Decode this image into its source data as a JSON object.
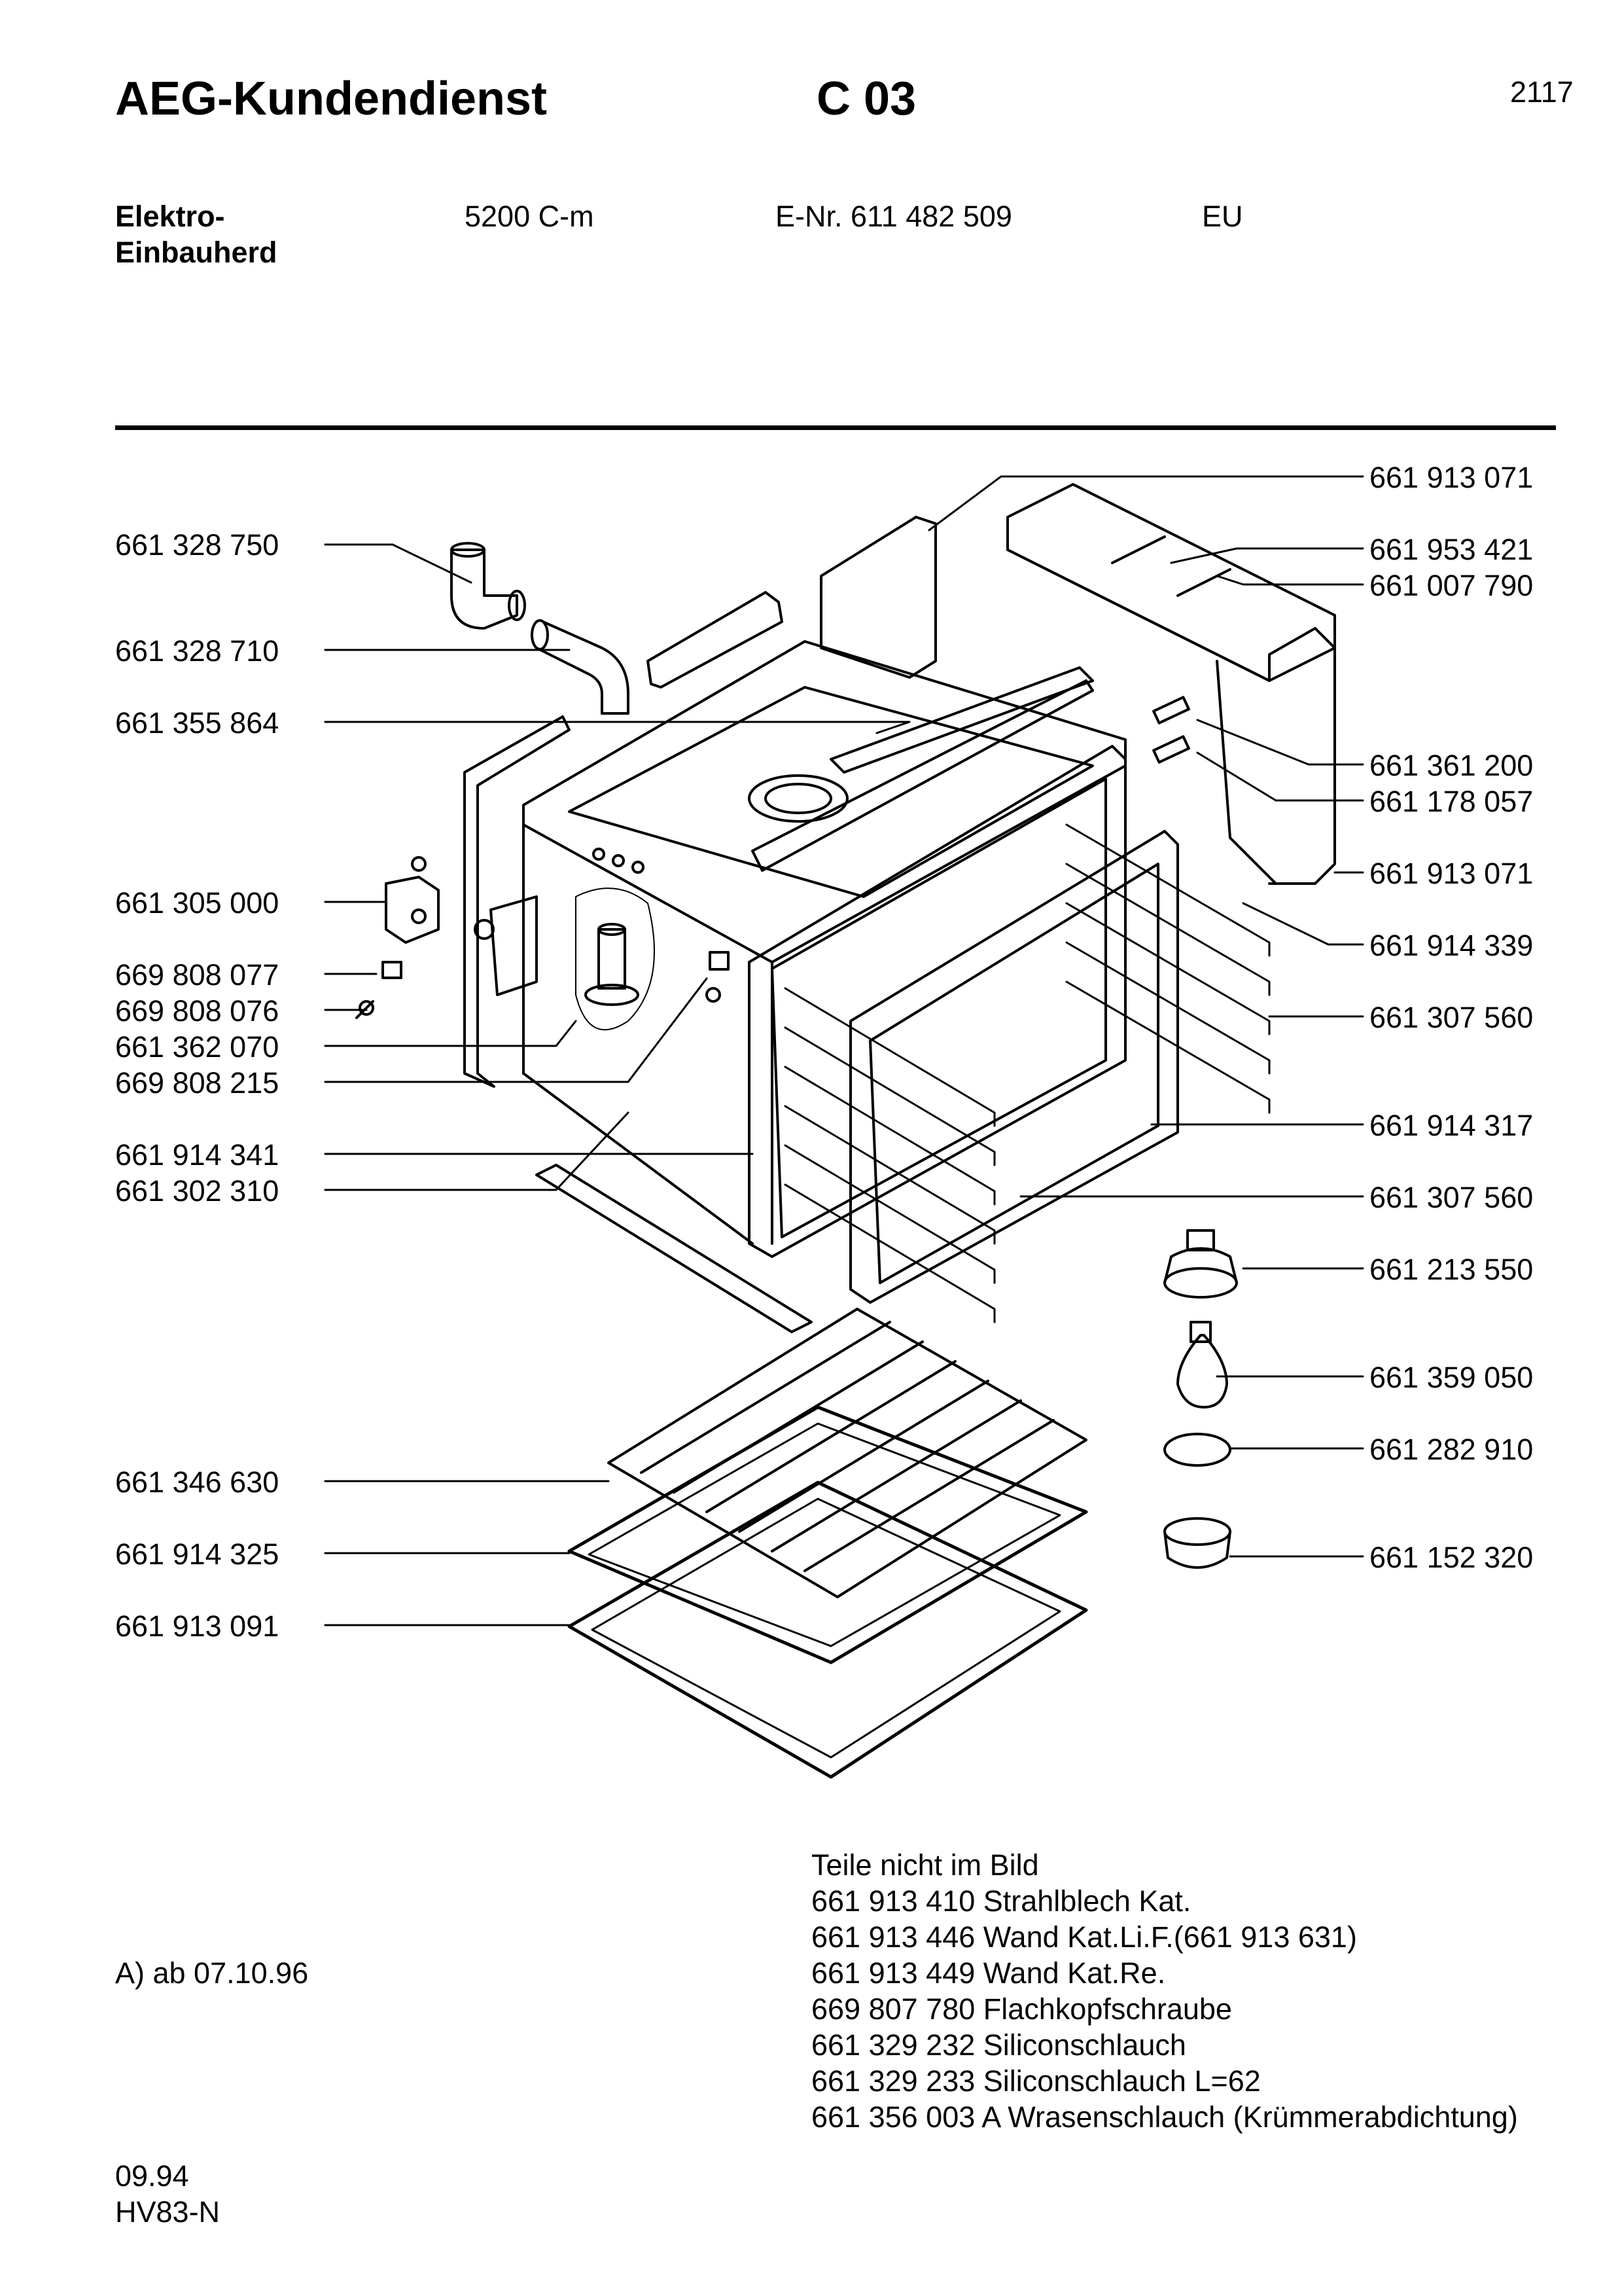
{
  "header": {
    "brand": "AEG-Kundendienst",
    "code": "C 03",
    "page_number": "2117",
    "device_line1": "Elektro-",
    "device_line2": "Einbauherd",
    "model": "5200 C-m",
    "enr": "E-Nr. 611 482 509",
    "region": "EU"
  },
  "parts_left": [
    "661 328 750",
    "661 328 710",
    "661 355 864",
    "661 305 000",
    "669 808 077",
    "669 808 076",
    "661 362 070",
    "669 808 215",
    "661 914 341",
    "661 302 310",
    "661 346 630",
    "661 914 325",
    "661 913 091"
  ],
  "parts_right": [
    "661 913 071",
    "661 953 421",
    "661 007 790",
    "661 361 200",
    "661 178 057",
    "661 913 071",
    "661 914 339",
    "661 307 560",
    "661 914 317",
    "661 307 560",
    "661 213 550",
    "661 359 050",
    "661 282 910",
    "661 152 320"
  ],
  "notes": {
    "heading": "Teile nicht im Bild",
    "items": [
      "661 913 410 Strahlblech Kat.",
      "661 913 446 Wand Kat.Li.F.(661 913 631)",
      "661 913 449 Wand Kat.Re.",
      "669 807 780 Flachkopfschraube",
      "661 329 232 Siliconschlauch",
      "661 329 233 Siliconschlauch  L=62",
      "661 356 003 A Wrasenschlauch (Krümmerabdichtung)"
    ]
  },
  "footer": {
    "revision_note": "A) ab 07.10.96",
    "date": "09.94",
    "doc_code": "HV83-N"
  }
}
